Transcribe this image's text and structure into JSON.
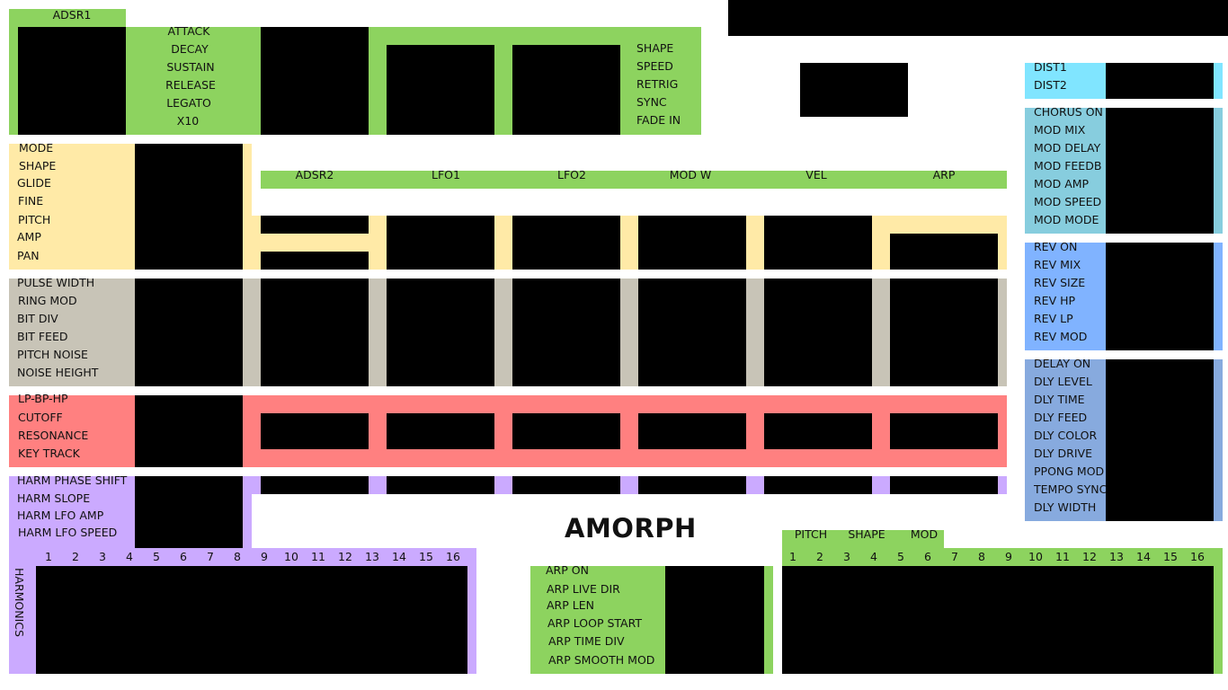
{
  "app": {
    "title": "AMORPH"
  },
  "colors": {
    "green": "#8dd35f",
    "yellow": "#ffeaa7",
    "grey": "#c8c4b7",
    "red": "#ff8080",
    "purple": "#cbaaff",
    "cyan": "#80e5ff",
    "teal": "#87cdde",
    "blue": "#80b3ff",
    "steel": "#87aade"
  },
  "adsr1": {
    "title": "ADSR1",
    "params": [
      "ATTACK",
      "DECAY",
      "SUSTAIN",
      "RELEASE",
      "LEGATO",
      "X10"
    ]
  },
  "lfo": {
    "params": [
      "SHAPE",
      "SPEED",
      "RETRIG",
      "SYNC",
      "FADE IN"
    ]
  },
  "osc": {
    "params": [
      "MODE",
      "SHAPE",
      "GLIDE",
      "FINE",
      "PITCH",
      "AMP",
      "PAN"
    ]
  },
  "mod_sources": [
    "ADSR2",
    "LFO1",
    "LFO2",
    "MOD W",
    "VEL",
    "ARP"
  ],
  "character": {
    "params": [
      "PULSE WIDTH",
      "RING MOD",
      "BIT DIV",
      "BIT FEED",
      "PITCH NOISE",
      "NOISE HEIGHT"
    ]
  },
  "filter": {
    "params": [
      "LP-BP-HP",
      "CUTOFF",
      "RESONANCE",
      "KEY TRACK"
    ]
  },
  "harm": {
    "params": [
      "HARM PHASE SHIFT",
      "HARM SLOPE",
      "HARM LFO AMP",
      "HARM LFO SPEED"
    ],
    "label": "HARMONICS",
    "steps": [
      "1",
      "2",
      "3",
      "4",
      "5",
      "6",
      "7",
      "8",
      "9",
      "10",
      "11",
      "12",
      "13",
      "14",
      "15",
      "16"
    ]
  },
  "dist": {
    "params": [
      "DIST1",
      "DIST2"
    ]
  },
  "chorus": {
    "params": [
      "CHORUS ON",
      "MOD MIX",
      "MOD DELAY",
      "MOD FEEDB",
      "MOD AMP",
      "MOD SPEED",
      "MOD MODE"
    ]
  },
  "reverb": {
    "params": [
      "REV ON",
      "REV MIX",
      "REV SIZE",
      "REV HP",
      "REV LP",
      "REV MOD"
    ]
  },
  "delay": {
    "params": [
      "DELAY ON",
      "DLY LEVEL",
      "DLY TIME",
      "DLY FEED",
      "DLY COLOR",
      "DLY DRIVE",
      "PPONG MOD",
      "TEMPO SYNC",
      "DLY WIDTH"
    ]
  },
  "arp": {
    "params": [
      "ARP ON",
      "ARP LIVE DIR",
      "ARP LEN",
      "ARP LOOP START",
      "ARP TIME DIV",
      "ARP SMOOTH MOD"
    ],
    "tabs": [
      "PITCH",
      "SHAPE",
      "MOD"
    ],
    "steps": [
      "1",
      "2",
      "3",
      "4",
      "5",
      "6",
      "7",
      "8",
      "9",
      "10",
      "11",
      "12",
      "13",
      "14",
      "15",
      "16"
    ]
  }
}
